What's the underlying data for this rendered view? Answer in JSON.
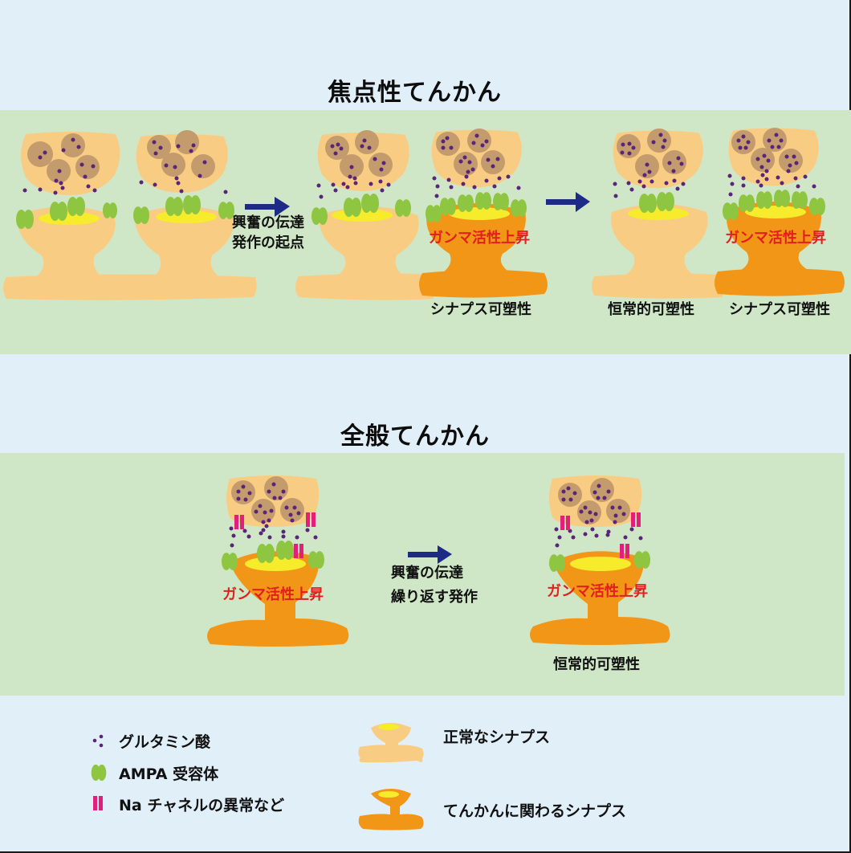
{
  "titles": {
    "focal": "焦点性てんかん",
    "generalized": "全般てんかん"
  },
  "colors": {
    "background": "#e1eff9",
    "panel": "#cfe7c7",
    "normal_synapse": "#f8cd83",
    "epileptic_synapse": "#f29618",
    "vesicle": "#c49b6c",
    "glutamate": "#5a2479",
    "ampa": "#8ec641",
    "cleft_yellow": "#f6ec2c",
    "na_channel": "#e41f7b",
    "arrow": "#1d2a86",
    "red_text": "#e0201c"
  },
  "focal_panel": {
    "arrow1_text": [
      "興奮の伝達",
      "発作の起点"
    ],
    "gamma_label_1": "ガンマ活性上昇",
    "gamma_label_2": "ガンマ活性上昇",
    "caption_synaptic_1": "シナプス可塑性",
    "caption_homeostatic": "恒常的可塑性",
    "caption_synaptic_2": "シナプス可塑性"
  },
  "generalized_panel": {
    "gamma_label_1": "ガンマ活性上昇",
    "arrow_text": [
      "興奮の伝達",
      "繰り返す発作"
    ],
    "gamma_label_2": "ガンマ活性上昇",
    "caption_homeostatic": "恒常的可塑性"
  },
  "legend": {
    "items_left": [
      {
        "icon": "glutamate-dots-icon",
        "label": "グルタミン酸"
      },
      {
        "icon": "ampa-receptor-icon",
        "label": "AMPA 受容体"
      },
      {
        "icon": "na-channel-icon",
        "label": "Na チャネルの異常など"
      }
    ],
    "items_right": [
      {
        "icon": "normal-synapse-icon",
        "label": "正常なシナプス"
      },
      {
        "icon": "epileptic-synapse-icon",
        "label": "てんかんに関わるシナプス"
      }
    ]
  }
}
